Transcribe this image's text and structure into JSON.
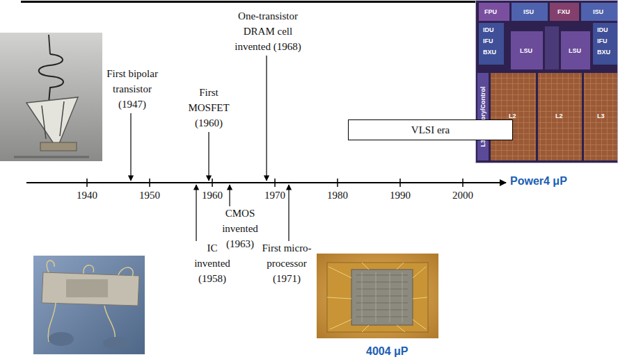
{
  "diagram": {
    "nodes": [
      {
        "text": [
          "VLSI era"
        ]
      }
    ],
    "labels": [
      "First bipolar transistor (1947)",
      "One-transistor DRAM cell invented (1968)",
      "First MOSFET (1960)",
      "1940",
      "1950",
      "1960",
      "1970",
      "1980",
      "1990",
      "2000",
      "CMOS invented (1963)",
      "IC invented (1958)",
      "First micro- processor (1971)",
      "Power4 μP",
      "4004 μP",
      "FPU",
      "ISU",
      "FXU",
      "ISU",
      "IDU",
      "IFU",
      "BXU",
      "LSU",
      "LSU",
      "IDU",
      "IFU",
      "BXU",
      "L2",
      "L2",
      "L3",
      "L3 Directory/Control"
    ]
  }
}
